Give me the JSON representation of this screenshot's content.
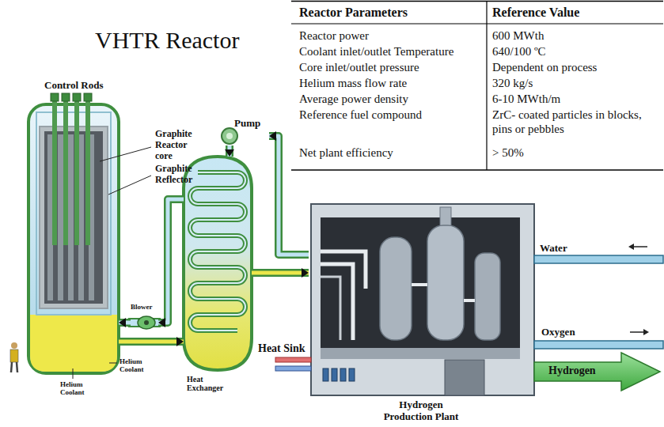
{
  "diagram": {
    "title": "VHTR Reactor",
    "nodes": [
      {
        "text": [
          "Control Rods"
        ]
      },
      {
        "text": [
          "Blower"
        ]
      },
      {
        "text": [
          "Heat Exchanger"
        ]
      },
      {
        "text": [
          "Pump"
        ]
      },
      {
        "text": [
          "Hydrogen Production Plant"
        ]
      }
    ],
    "edges": [
      {
        "from": 2,
        "to": 1,
        "arrow": "to"
      },
      {
        "from": 1,
        "to": 0,
        "arrow": "to"
      },
      {
        "from": 0,
        "to": 2,
        "arrow": "to"
      },
      {
        "from": 4,
        "to": 3,
        "arrow": "to"
      },
      {
        "from": 3,
        "to": 2,
        "arrow": "to"
      },
      {
        "from": 2,
        "to": 4,
        "arrow": "to"
      }
    ],
    "labels": [
      "Graphite Reactor core",
      "Graphite Reflector",
      "Helium Coolant",
      "Helium Coolant",
      "Heat Sink",
      "Water",
      "Oxygen",
      "Hydrogen",
      "Reactor Parameters",
      "Reference Value",
      "Reactor power",
      "600 MWth",
      "Coolant inlet/outlet Temperature",
      "640/100 ºC",
      "Core inlet/outlet pressure",
      "Dependent on process",
      "Helium mass flow rate",
      "320 kg/s",
      "Average power density",
      "6-10 MWth/m",
      "Reference fuel compound",
      "ZrC- coated particles in blocks, pins or pebbles",
      "Net plant efficiency",
      "> 50%"
    ]
  }
}
